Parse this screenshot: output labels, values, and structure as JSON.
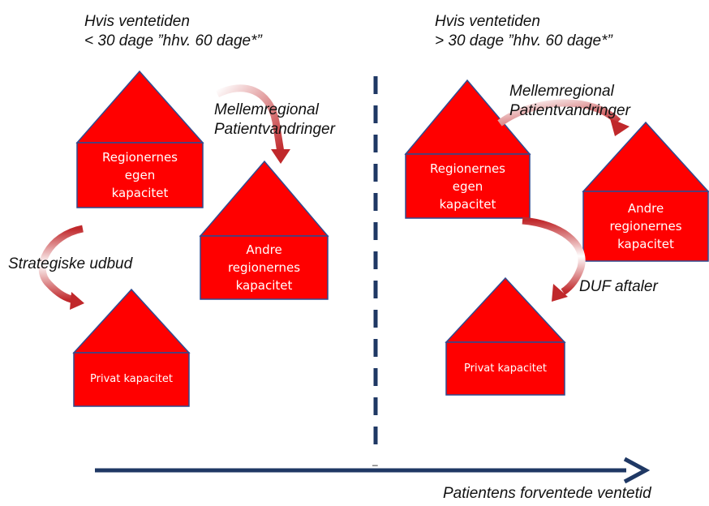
{
  "left": {
    "condition_line1": "Hvis ventetiden",
    "condition_line2": "< 30 dage ”hhv. 60 dage*”",
    "house_own": [
      "Regionernes",
      "egen",
      "kapacitet"
    ],
    "house_other": [
      "Andre",
      "regionernes",
      "kapacitet"
    ],
    "house_private": "Privat kapacitet",
    "arrow_migration_line1": "Mellemregional",
    "arrow_migration_line2": "Patientvandringer",
    "arrow_strategic": "Strategiske udbud"
  },
  "right": {
    "condition_line1": "Hvis ventetiden",
    "condition_line2": "> 30 dage ”hhv. 60 dage*”",
    "house_own": [
      "Regionernes",
      "egen",
      "kapacitet"
    ],
    "house_other": [
      "Andre",
      "regionernes",
      "kapacitet"
    ],
    "house_private": "Privat kapacitet",
    "arrow_migration_line1": "Mellemregional",
    "arrow_migration_line2": "Patientvandringer",
    "arrow_duf": "DUF aftaler"
  },
  "axis": {
    "label": "Patientens forventede ventetid",
    "tick": "–"
  },
  "colors": {
    "house_fill": "#ff0000",
    "house_stroke": "#2e4a8f",
    "axis": "#1f3864",
    "arrow": "#c0282b"
  }
}
